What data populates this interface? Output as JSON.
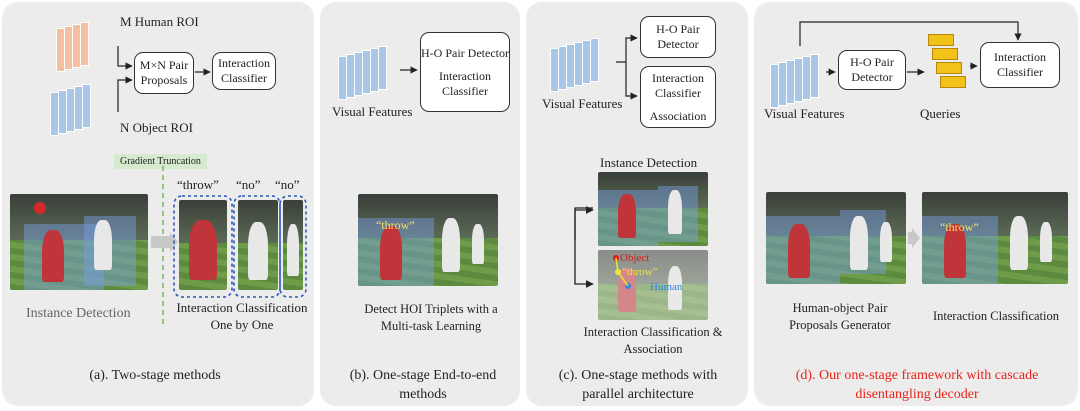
{
  "panel_a": {
    "m_human_roi": "M Human ROI",
    "pair_proposals": "M×N Pair Proposals",
    "interaction_classifier": "Interaction Classifier",
    "n_object_roi": "N Object ROI",
    "gradient_truncation": "Gradient Truncation",
    "quote_throw": "“throw”",
    "quote_no_1": "“no”",
    "quote_no_2": "“no”",
    "instance_detection": "Instance Detection",
    "interaction_classification": "Interaction Classification One by One",
    "caption": "(a). Two-stage methods"
  },
  "panel_b": {
    "visual_features": "Visual Features",
    "ho_pair_detector": "H-O Pair Detector",
    "interaction_classifier": "Interaction Classifier",
    "overlay_throw": "“throw”",
    "detect_text": "Detect HOI Triplets with a Multi-task Learning",
    "caption": "(b). One-stage End-to-end methods"
  },
  "panel_c": {
    "visual_features": "Visual Features",
    "ho_pair_detector": "H-O Pair Detector",
    "interaction_classifier": "Interaction Classifier",
    "association": "Association",
    "instance_detection": "Instance Detection",
    "object_label": "Object",
    "throw_label": "“throw”",
    "human_label": "Human",
    "interaction_assoc": "Interaction Classification & Association",
    "caption": "(c). One-stage methods with parallel architecture"
  },
  "panel_d": {
    "visual_features": "Visual Features",
    "ho_pair_detector": "H-O Pair Detector",
    "queries": "Queries",
    "interaction_classifier": "Interaction Classifier",
    "overlay_throw": "“throw”",
    "proposals_generator": "Human-object Pair Proposals Generator",
    "interaction_classification": "Interaction Classification",
    "caption": "(d). Our one-stage framework with cascade disentangling decoder",
    "caption_color": "#e8231a"
  },
  "colors": {
    "feature_blue": "#a8c6e8",
    "human_roi_orange": "#f5bfa2",
    "query_yellow": "#f2c21b",
    "dotted_blue": "#2a56b8",
    "gradient_green": "#d6ead0"
  }
}
